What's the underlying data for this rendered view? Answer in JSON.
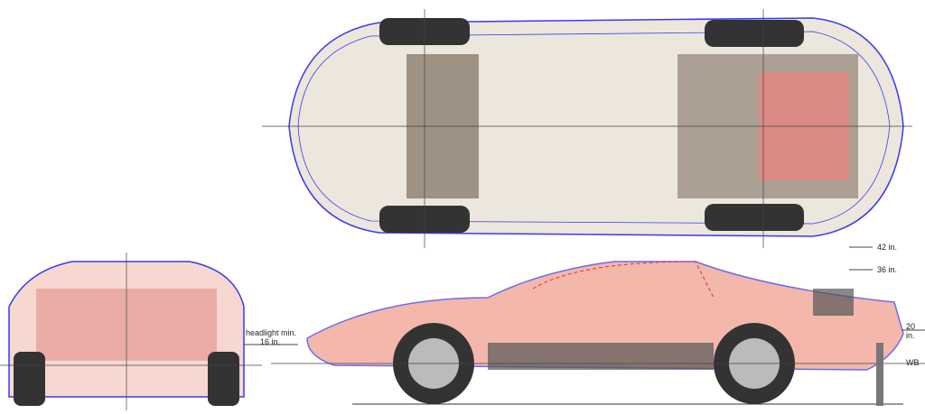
{
  "annotations": {
    "height_42": "42 in.",
    "height_36": "36 in.",
    "height_20": "20 in.",
    "wheelbase": "WB",
    "headlight_line1": "headlight min.",
    "headlight_line2": "16 in."
  },
  "colors": {
    "outline": "#3a3af0",
    "body": "#f0a090",
    "chassis": "#555555",
    "floor": "#e8e2d8"
  }
}
